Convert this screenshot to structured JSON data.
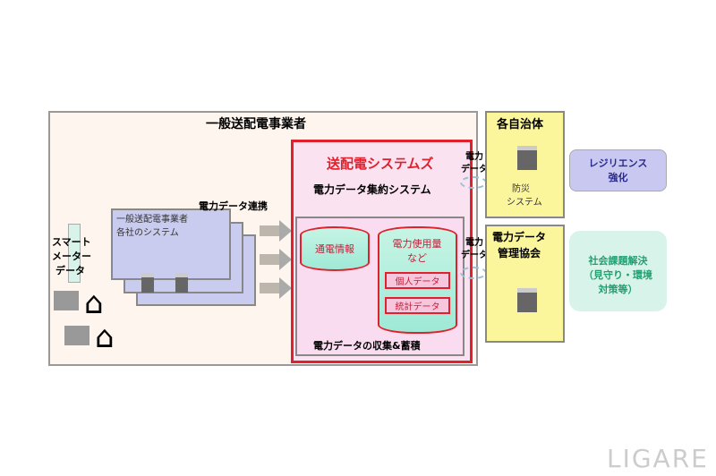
{
  "outer": {
    "title": "一般送配電事業者"
  },
  "company_system": {
    "line1": "一般送配電事業者",
    "line2": "各社のシステム"
  },
  "data_link_label": "電力データ連携",
  "smart_meter": {
    "line1": "スマート",
    "line2": "メーター",
    "line3": "データ"
  },
  "tso": {
    "title": "送配電システムズ",
    "subtitle": "電力データ集約システム",
    "inner_label": "電力データの収集&蓄積",
    "cyl1": "通電情報",
    "cyl2_line1": "電力使用量",
    "cyl2_line2": "など",
    "personal": "個人データ",
    "stats": "統計データ"
  },
  "flow_labels": [
    {
      "line1": "電力",
      "line2": "データ"
    },
    {
      "line1": "電力",
      "line2": "データ"
    }
  ],
  "municipality": {
    "title": "各自治体",
    "system_line1": "防災",
    "system_line2": "システム"
  },
  "association": {
    "line1": "電力データ",
    "line2": "管理協会"
  },
  "resilience": {
    "line1": "レジリエンス",
    "line2": "強化"
  },
  "social": {
    "line1": "社会課題解決",
    "line2": "（見守り・環境",
    "line3": "対策等）"
  },
  "watermark": "LIGARE",
  "colors": {
    "red": "#e0202c",
    "yellow": "#fbf69c",
    "purple": "#c9c8f0",
    "green": "#d8f3ea"
  }
}
